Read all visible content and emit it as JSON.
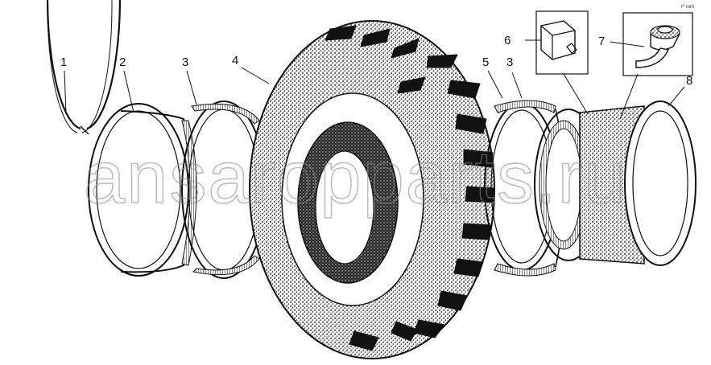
{
  "diagram": {
    "callouts": [
      {
        "id": "1",
        "label": "1",
        "part": "lock-ring"
      },
      {
        "id": "2",
        "label": "2",
        "part": "flange-ring"
      },
      {
        "id": "3a",
        "label": "3",
        "part": "rim-ring-outer"
      },
      {
        "id": "4",
        "label": "4",
        "part": "tire"
      },
      {
        "id": "5",
        "label": "5",
        "part": "seat-ring"
      },
      {
        "id": "3b",
        "label": "3",
        "part": "rim-ring-inner"
      },
      {
        "id": "6",
        "label": "6",
        "part": "valve-block"
      },
      {
        "id": "7",
        "label": "7",
        "part": "valve-stem"
      },
      {
        "id": "8",
        "label": "8",
        "part": "wheel-rim"
      }
    ],
    "watermark": "ansaropparts.ru",
    "corner_mark": "r⁰ mm",
    "ink_color": "#111111",
    "watermark_color": "#8a8a8a"
  }
}
